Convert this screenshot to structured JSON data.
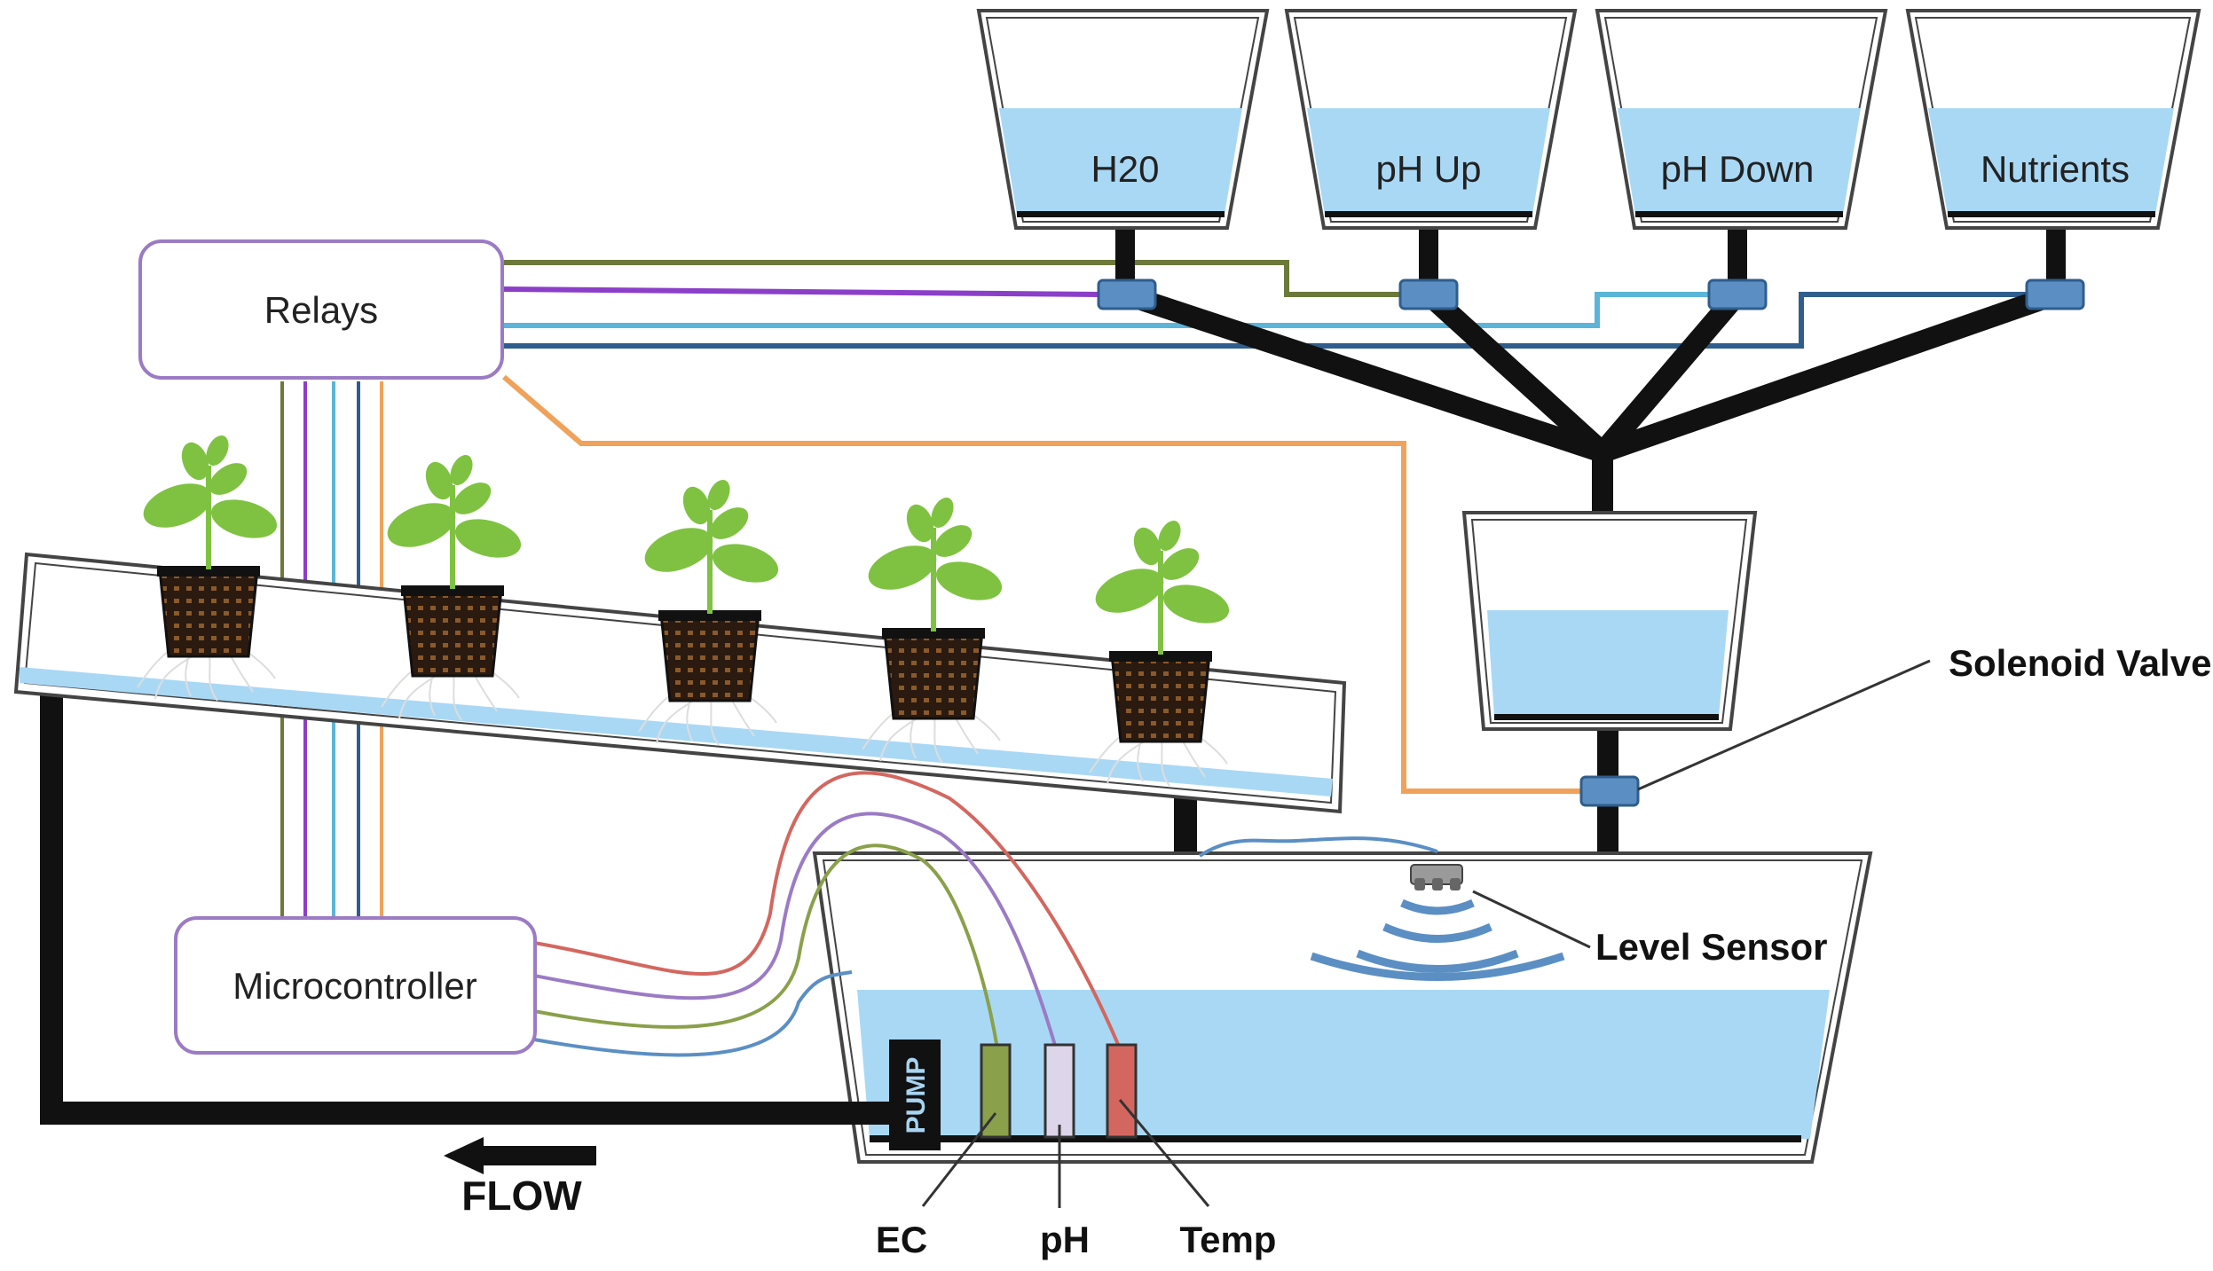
{
  "controllers": {
    "relays": "Relays",
    "microcontroller": "Microcontroller"
  },
  "tanks": [
    "H20",
    "pH Up",
    "pH Down",
    "Nutrients"
  ],
  "sensors": {
    "ec": "EC",
    "ph": "pH",
    "temp": "Temp"
  },
  "callouts": {
    "solenoid_valve": "Solenoid Valve",
    "level_sensor": "Level Sensor"
  },
  "pump": "PUMP",
  "flow": "FLOW",
  "colors": {
    "water": "#a9d8f5",
    "pipe": "#111111",
    "valve": "#5b8fc4",
    "box_border": "#9b7bc4",
    "wire_olive": "#6b7a3a",
    "wire_purple": "#8b3fc9",
    "wire_cyan": "#5bb5d8",
    "wire_navy": "#2f5d8c",
    "wire_orange": "#f0a25a",
    "ec_probe": "#8aa04a",
    "ph_probe": "#ddd5ea",
    "temp_probe": "#d3675f",
    "leaf": "#7fc241"
  }
}
